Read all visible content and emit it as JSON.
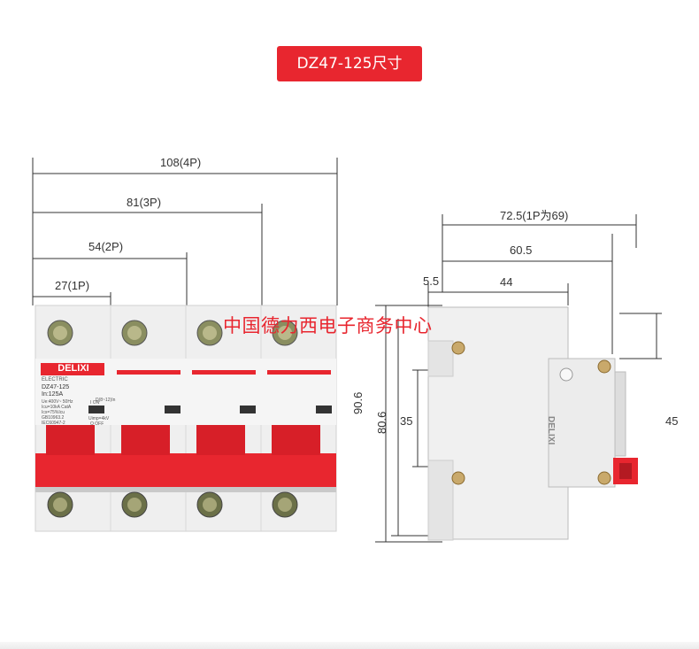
{
  "title": "DZ47-125尺寸",
  "watermark": "中国德力西电子商务中心",
  "front_view": {
    "dims": [
      "108(4P)",
      "81(3P)",
      "54(2P)",
      "27(1P)"
    ],
    "brand": "DELIXI",
    "brand_sub": "ELECTRIC",
    "model": "DZ47-125",
    "rating": "In:125A",
    "spec_lines": [
      "Ue:400V~  50Hz",
      "Icu=10kA  CatA",
      "Ics=75%Icu",
      "GB10963.2",
      "IEC60947-2"
    ],
    "on_label": "I ON",
    "off_label": "O OFF",
    "curve": "D(8~12)In",
    "uimp": "Uimp=4kV"
  },
  "side_view": {
    "dims": {
      "total_depth": "72.5(1P为69)",
      "depth_2": "60.5",
      "depth_3": "44",
      "offset": "5.5",
      "height_total": "90.6",
      "height_body": "80.6",
      "rail": "35",
      "toggle": "45"
    },
    "side_text": "DELIXI"
  },
  "colors": {
    "accent": "#e8262f",
    "body": "#f0f0f0",
    "line": "#333333"
  }
}
